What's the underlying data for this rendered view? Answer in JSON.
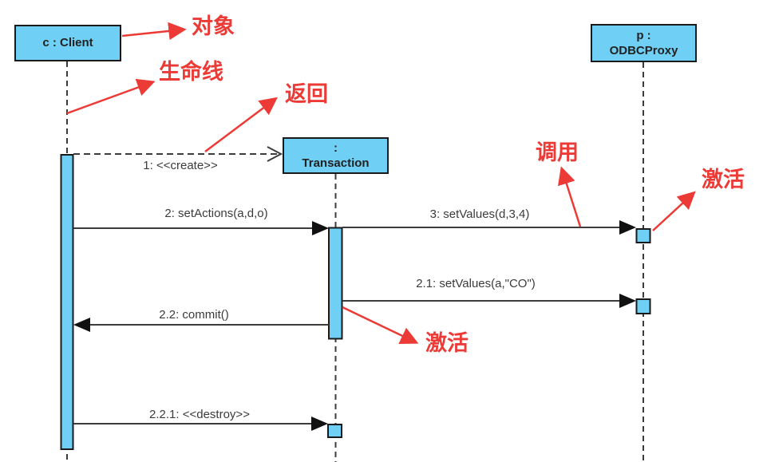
{
  "diagram": {
    "type": "uml-sequence-diagram",
    "colors": {
      "object_fill": "#6FCFF5",
      "object_border": "#1a1a1a",
      "message_line": "#3c3c3c",
      "annotation_red": "#EC3B36",
      "background": "#ffffff"
    },
    "objects": [
      {
        "lines": [
          "c : Client"
        ]
      },
      {
        "lines": [
          ":",
          "Transaction"
        ]
      },
      {
        "lines": [
          "p :",
          "ODBCProxy"
        ]
      }
    ],
    "messages": [
      {
        "label": "1: <<create>>"
      },
      {
        "label": "2: setActions(a,d,o)"
      },
      {
        "label": "3: setValues(d,3,4)"
      },
      {
        "label": "2.1: setValues(a,\"CO\")"
      },
      {
        "label": "2.2: commit()"
      },
      {
        "label": "2.2.1: <<destroy>>"
      }
    ],
    "annotations": [
      {
        "label": "对象"
      },
      {
        "label": "生命线"
      },
      {
        "label": "返回"
      },
      {
        "label": "调用"
      },
      {
        "label": "激活"
      },
      {
        "label": "激活"
      }
    ]
  }
}
